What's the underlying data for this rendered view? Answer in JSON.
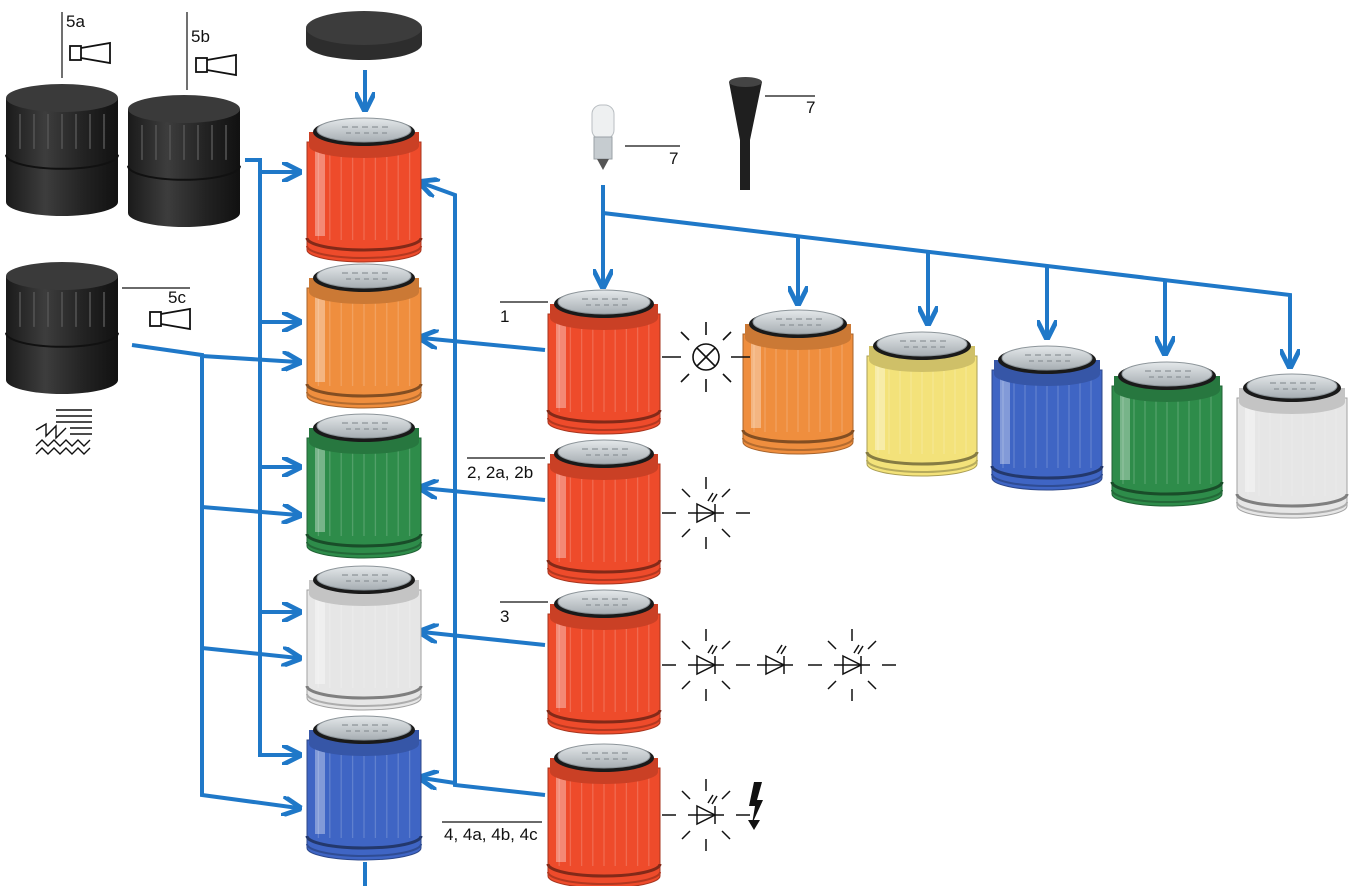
{
  "colors": {
    "arrow": "#1f78c8",
    "red": "#ee4b2b",
    "orange": "#ef8e3e",
    "yellow": "#f3e27a",
    "blue": "#3f65c4",
    "green": "#2e8c4a",
    "clear": "#e6e6e6",
    "black_module": "#2a2a2a",
    "lid": "#c9cfd3"
  },
  "labels": {
    "l5a": "5a",
    "l5b": "5b",
    "l5c": "5c",
    "l7_bulb": "7",
    "l7_tool": "7",
    "l1": "1",
    "l2": "2, 2a, 2b",
    "l3": "3",
    "l4": "4, 4a, 4b, 4c"
  },
  "stack_colors": [
    "red",
    "orange",
    "green",
    "clear",
    "blue"
  ],
  "lamp_row_colors": [
    "orange",
    "yellow",
    "blue",
    "green",
    "clear"
  ],
  "symbols": {
    "horn": "horn-icon",
    "siren": "siren-icon",
    "bulb": "incandescent-bulb-icon",
    "led": "led-icon",
    "flash": "flash-bolt-icon"
  }
}
